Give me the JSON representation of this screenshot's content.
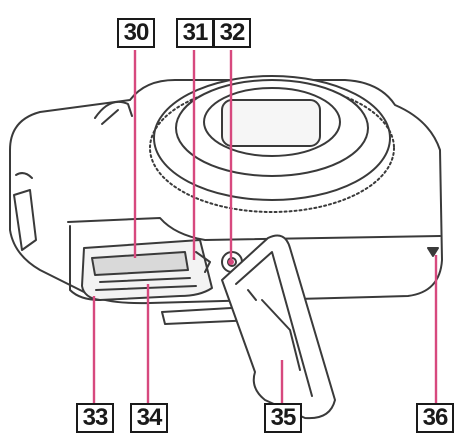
{
  "callouts": [
    {
      "id": "c30",
      "label": "30",
      "part": "battery-compartment"
    },
    {
      "id": "c31",
      "label": "31",
      "part": "battery-lock-lever"
    },
    {
      "id": "c32",
      "label": "32",
      "part": "tripod-socket"
    },
    {
      "id": "c33",
      "label": "33",
      "part": "battery-insertion-slot"
    },
    {
      "id": "c34",
      "label": "34",
      "part": "memory-card-slot"
    },
    {
      "id": "c35",
      "label": "35",
      "part": "battery-card-cover"
    },
    {
      "id": "c36",
      "label": "36",
      "part": "access-lamp"
    }
  ],
  "colors": {
    "leader_line": "#d7497e",
    "outline": "#3a3a3a",
    "label_border": "#1a1a1a"
  }
}
